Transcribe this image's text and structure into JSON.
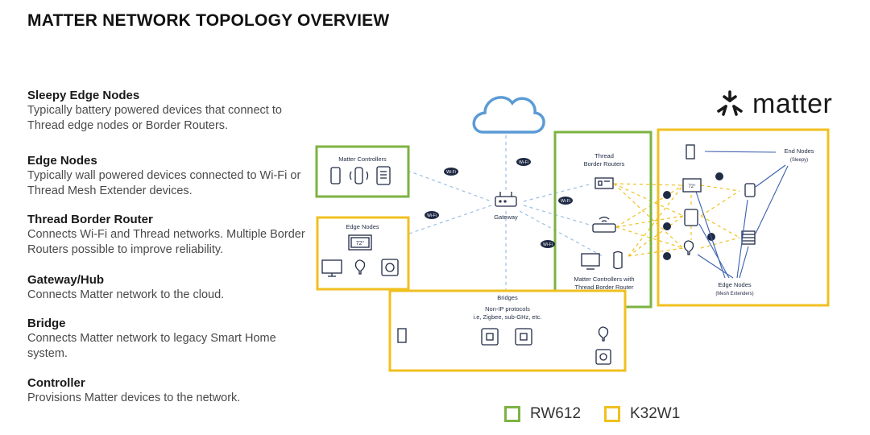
{
  "title": "MATTER NETWORK TOPOLOGY OVERVIEW",
  "descriptions": [
    {
      "heading": "Sleepy Edge Nodes",
      "body": "Typically battery powered devices that connect to Thread edge nodes or Border Routers."
    },
    {
      "heading": "Edge Nodes",
      "body": "Typically wall powered devices connected to Wi-Fi or Thread Mesh Extender devices."
    },
    {
      "heading": "Thread Border Router",
      "body": "Connects Wi-Fi and Thread networks. Multiple Border Routers possible to improve reliability."
    },
    {
      "heading": "Gateway/Hub",
      "body": "Connects Matter network to the cloud."
    },
    {
      "heading": "Bridge",
      "body": "Connects Matter network to legacy Smart Home system."
    },
    {
      "heading": "Controller",
      "body": "Provisions Matter devices to the network."
    }
  ],
  "logo": {
    "word": "matter",
    "icon": "matter-logo-icon"
  },
  "diagram": {
    "matter_controllers": "Matter Controllers",
    "edge_nodes": "Edge Nodes",
    "thermostat_value": "72°",
    "gateway": "Gateway",
    "thread_border_routers_line1": "Thread",
    "thread_border_routers_line2": "Border Routers",
    "mc_tbr_line1": "Matter Controllers with",
    "mc_tbr_line2": "Thread Border Router",
    "bridges": "Bridges",
    "non_ip_line1": "Non-IP protocols",
    "non_ip_line2": "i.e, Zigbee, sub-GHz, etc.",
    "end_nodes": "End Nodes",
    "end_nodes_sub": "(Sleepy)",
    "edge_nodes_right": "Edge Nodes",
    "edge_nodes_right_sub": "(Mesh Extenders)",
    "wifi_badge": "Wi-Fi",
    "colors": {
      "rw612": "#7cb342",
      "k32w1": "#f0c020",
      "cloud": "#5b9bd5",
      "ink": "#1f2a44"
    }
  },
  "legend": [
    {
      "label": "RW612",
      "color": "#7cb342"
    },
    {
      "label": "K32W1",
      "color": "#f0c020"
    }
  ]
}
